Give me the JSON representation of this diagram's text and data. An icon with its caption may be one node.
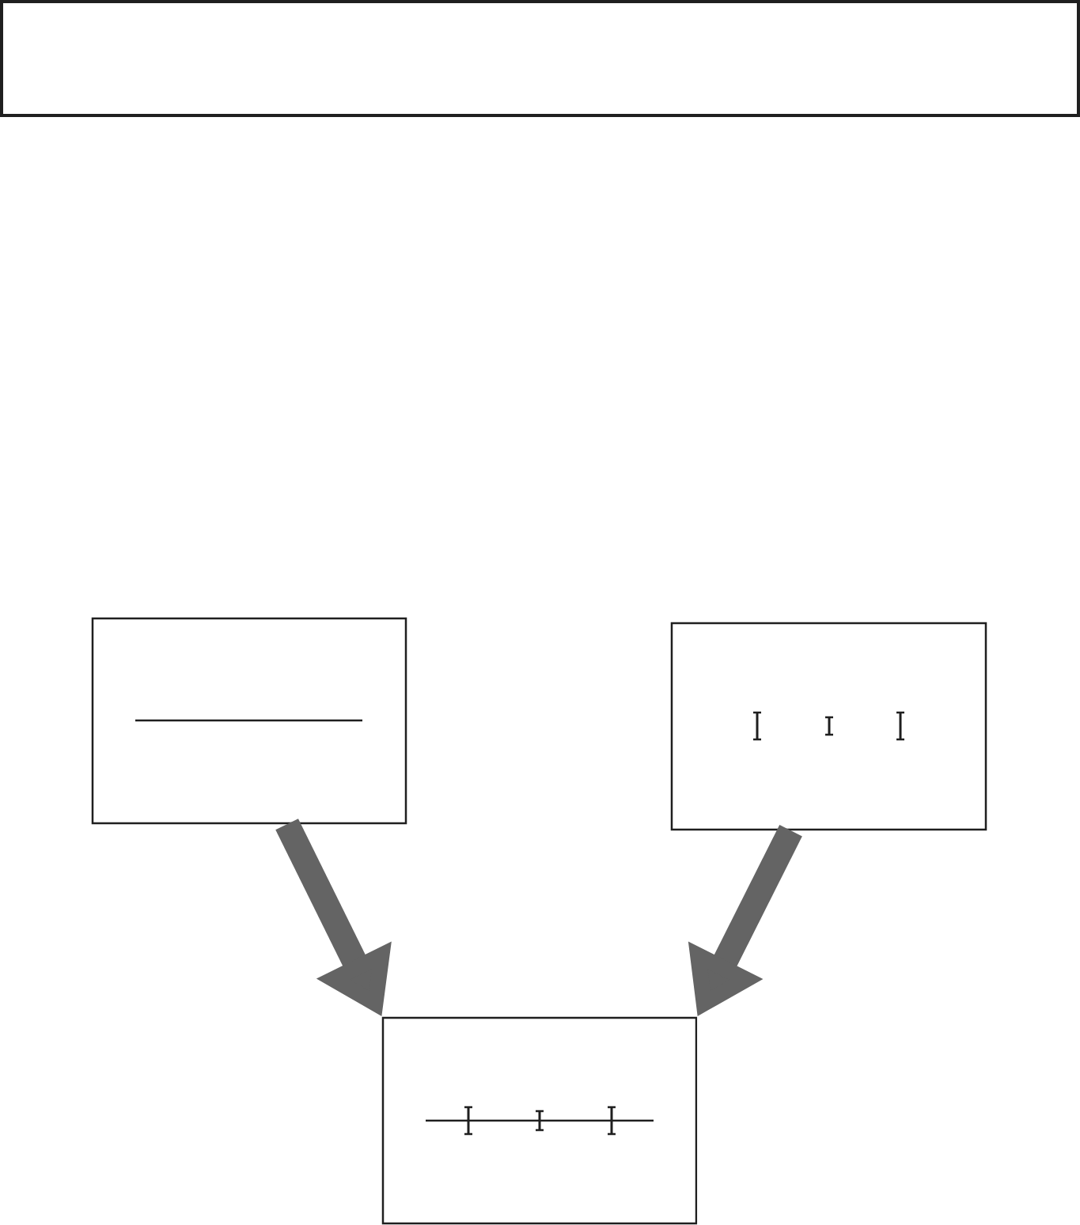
{
  "diagram": {
    "nodes": [
      {
        "text": [],
        "shape": "box"
      },
      {
        "text": [],
        "shape": "box"
      },
      {
        "text": [],
        "shape": "box"
      },
      {
        "text": [],
        "shape": "box"
      }
    ],
    "edges": [
      {
        "from": 1,
        "to": 3,
        "arrow": "to"
      },
      {
        "from": 2,
        "to": 3,
        "arrow": "to"
      }
    ]
  }
}
